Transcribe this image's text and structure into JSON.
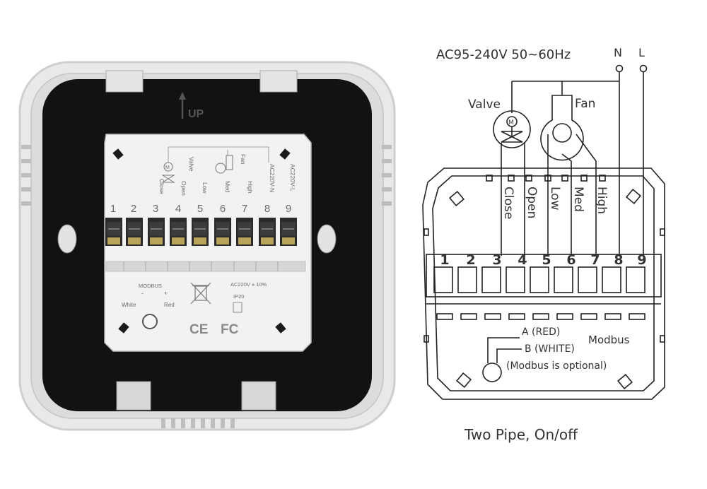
{
  "photo": {
    "up_mark": "UP",
    "top_labels": [
      "Valve",
      "M",
      "Close",
      "Open",
      "Fan",
      "Low",
      "Med",
      "High",
      "AC220V-N",
      "AC220V-L"
    ],
    "terminal_numbers": [
      "1",
      "2",
      "3",
      "4",
      "5",
      "6",
      "7",
      "8",
      "9"
    ],
    "modbus_label": "MODBUS",
    "modbus_polarity": [
      "-",
      "+"
    ],
    "modbus_wires": [
      "White",
      "Red"
    ],
    "power_rating": "AC220V ± 10%",
    "ip_rating": "IP20",
    "certifications": [
      "CE",
      "FC"
    ]
  },
  "diagram": {
    "power": "AC95-240V  50~60Hz",
    "neutral": "N",
    "line": "L",
    "valve": "Valve",
    "valve_motor": "M",
    "fan": "Fan",
    "terminal_labels": [
      "Close",
      "Open",
      "Low",
      "Med",
      "High"
    ],
    "terminal_numbers": [
      "1",
      "2",
      "3",
      "4",
      "5",
      "6",
      "7",
      "8",
      "9"
    ],
    "modbus_a": "A (RED)",
    "modbus_b": "B (WHITE)",
    "modbus": "Modbus",
    "modbus_note": "(Modbus is optional)",
    "caption": "Two Pipe, On/off"
  },
  "colors": {
    "housing": "#e9e9e9",
    "housing_edge": "#cfcfcf",
    "face": "#121212",
    "terminal_block": "#f2f2f0",
    "terminal_screw": "#222222",
    "terminal_gold": "#b8a35a",
    "diagram_line": "#222222"
  }
}
